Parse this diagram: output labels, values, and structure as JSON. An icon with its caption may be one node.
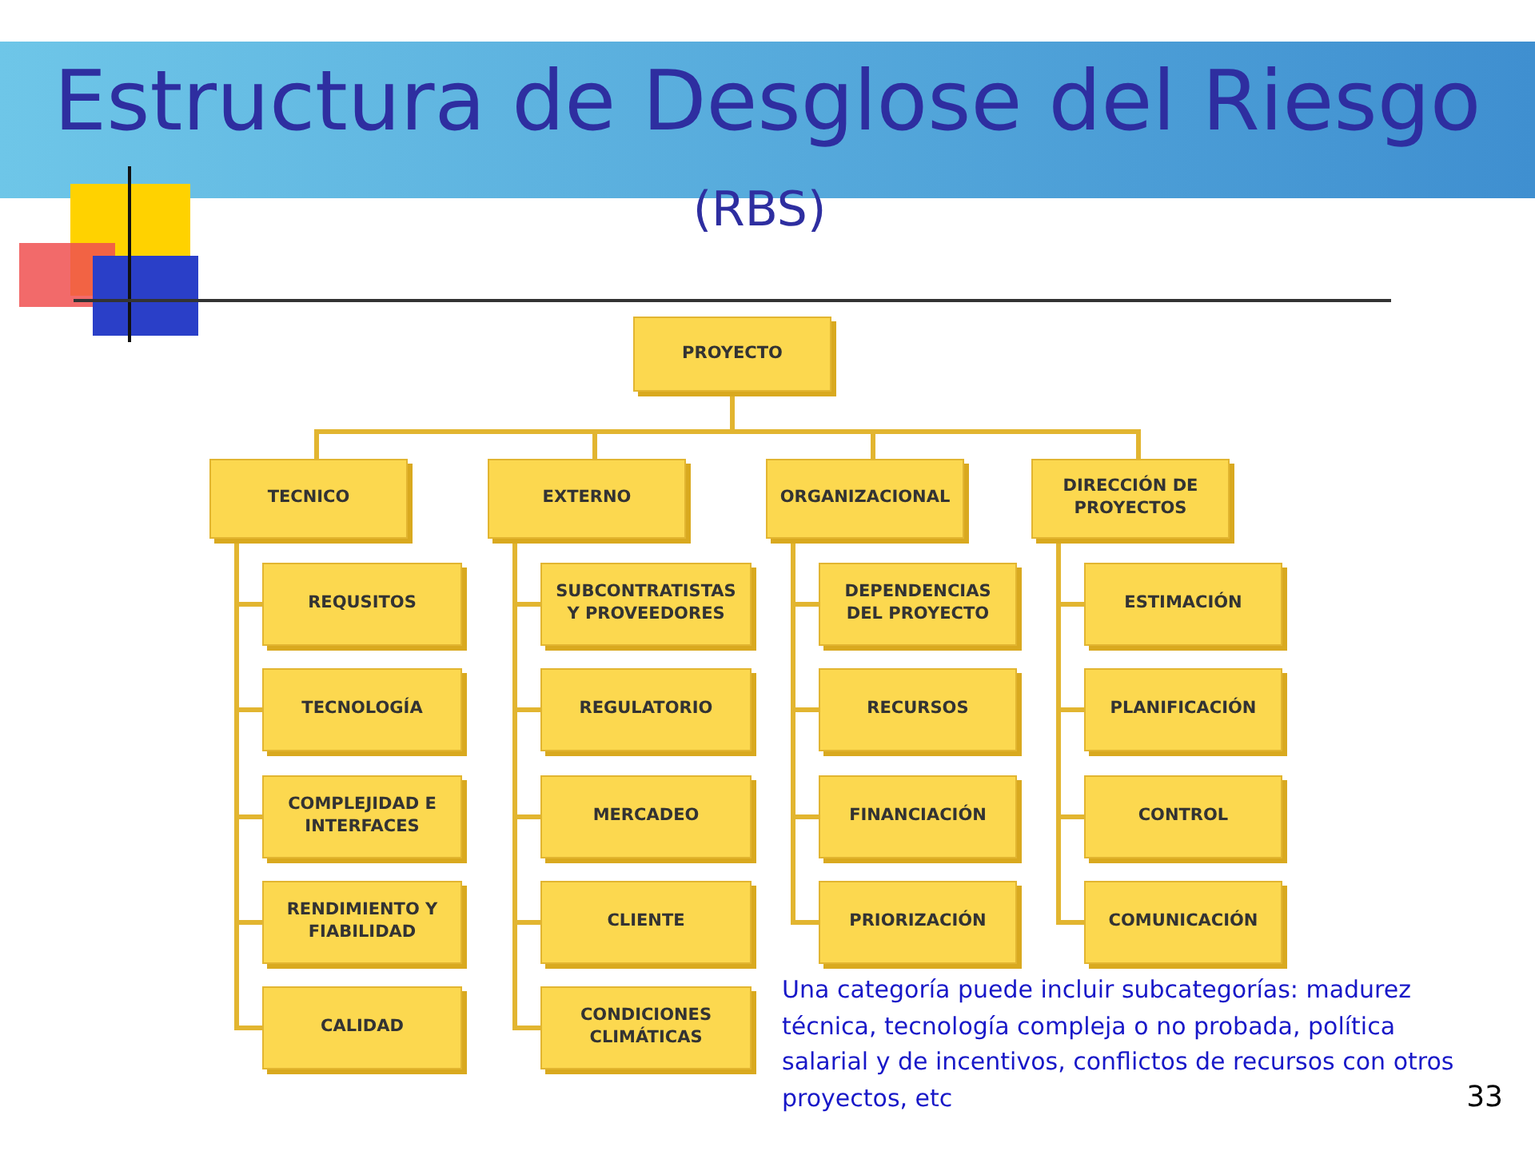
{
  "diagram": {
    "title": "Estructura de Desglose del Riesgo",
    "nodes": [
      {
        "text": [
          "PROYECTO"
        ]
      },
      {
        "text": [
          "TECNICO"
        ]
      },
      {
        "text": [
          "EXTERNO"
        ]
      },
      {
        "text": [
          "ORGANIZACIONAL"
        ]
      },
      {
        "text": [
          "DIRECCIÓN DE PROYECTOS"
        ]
      },
      {
        "text": [
          "REQUSITOS"
        ]
      },
      {
        "text": [
          "TECNOLOGÍA"
        ]
      },
      {
        "text": [
          "COMPLEJIDAD E INTERFACES"
        ]
      },
      {
        "text": [
          "RENDIMIENTO Y FIABILIDAD"
        ]
      },
      {
        "text": [
          "CALIDAD"
        ]
      },
      {
        "text": [
          "SUBCONTRATISTAS Y PROVEEDORES"
        ]
      },
      {
        "text": [
          "REGULATORIO"
        ]
      },
      {
        "text": [
          "MERCADEO"
        ]
      },
      {
        "text": [
          "CLIENTE"
        ]
      },
      {
        "text": [
          "CONDICIONES CLIMÁTICAS"
        ]
      },
      {
        "text": [
          "DEPENDENCIAS DEL PROYECTO"
        ]
      },
      {
        "text": [
          "RECURSOS"
        ]
      },
      {
        "text": [
          "FINANCIACIÓN"
        ]
      },
      {
        "text": [
          "PRIORIZACIÓN"
        ]
      },
      {
        "text": [
          "ESTIMACIÓN"
        ]
      },
      {
        "text": [
          "PLANIFICACIÓN"
        ]
      },
      {
        "text": [
          "CONTROL"
        ]
      },
      {
        "text": [
          "COMUNICACIÓN"
        ]
      }
    ],
    "edges": [
      {
        "from": 0,
        "to": 1,
        "arrow": "none"
      },
      {
        "from": 0,
        "to": 2,
        "arrow": "none"
      },
      {
        "from": 0,
        "to": 3,
        "arrow": "none"
      },
      {
        "from": 0,
        "to": 4,
        "arrow": "none"
      },
      {
        "from": 1,
        "to": 5,
        "arrow": "none"
      },
      {
        "from": 1,
        "to": 6,
        "arrow": "none"
      },
      {
        "from": 1,
        "to": 7,
        "arrow": "none"
      },
      {
        "from": 1,
        "to": 8,
        "arrow": "none"
      },
      {
        "from": 1,
        "to": 9,
        "arrow": "none"
      },
      {
        "from": 2,
        "to": 10,
        "arrow": "none"
      },
      {
        "from": 2,
        "to": 11,
        "arrow": "none"
      },
      {
        "from": 2,
        "to": 12,
        "arrow": "none"
      },
      {
        "from": 2,
        "to": 13,
        "arrow": "none"
      },
      {
        "from": 2,
        "to": 14,
        "arrow": "none"
      },
      {
        "from": 3,
        "to": 15,
        "arrow": "none"
      },
      {
        "from": 3,
        "to": 16,
        "arrow": "none"
      },
      {
        "from": 3,
        "to": 17,
        "arrow": "none"
      },
      {
        "from": 3,
        "to": 18,
        "arrow": "none"
      },
      {
        "from": 4,
        "to": 19,
        "arrow": "none"
      },
      {
        "from": 4,
        "to": 20,
        "arrow": "none"
      },
      {
        "from": 4,
        "to": 21,
        "arrow": "none"
      },
      {
        "from": 4,
        "to": 22,
        "arrow": "none"
      }
    ],
    "labels": [
      "(RBS)",
      "Una categoría puede incluir subcategorías: madurez técnica, tecnología compleja o no probada, política salarial y de incentivos, conflictos de recursos con otros proyectos, etc",
      "33"
    ]
  }
}
